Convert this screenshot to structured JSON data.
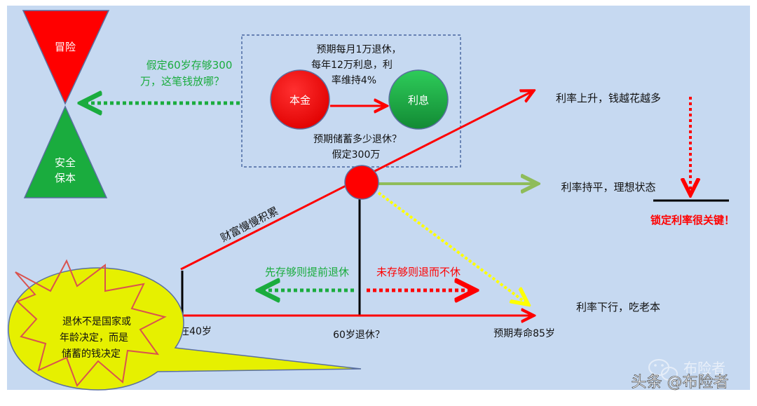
{
  "hourglass": {
    "risk_label": "冒险",
    "safe_label_line1": "安全",
    "safe_label_line2": "保本",
    "top_color": "#ff0000",
    "bottom_color": "#1aac3e"
  },
  "question": {
    "line1": "假定60岁存够300",
    "line2": "万，这笔钱放哪？"
  },
  "assumption_box": {
    "top_line1": "预期每月1万退休，",
    "top_line2": "每年12万利息，利",
    "top_line3": "率维持4%",
    "principal_label": "本金",
    "interest_label": "利息",
    "bottom_line1": "预期储蓄多少退休？",
    "bottom_line2": "假定300万"
  },
  "rates": {
    "rise": "利率上升，钱越花越多",
    "flat": "利率持平，理想状态",
    "fall": "利率下行，吃老本",
    "lock_key": "锁定利率很关键！"
  },
  "timeline": {
    "accumulate": "财富慢慢积累",
    "early_retire": "先存够则提前退休",
    "late_retire": "未存够则退而不休",
    "now": "现在40岁",
    "retire": "60岁退休？",
    "life": "预期寿命85岁"
  },
  "callout": {
    "line1": "退休不是国家或",
    "line2": "年龄决定，而是",
    "line3": "储蓄的钱决定"
  },
  "watermark": {
    "brand": "布险者",
    "credit": "头条 @布险者"
  },
  "colors": {
    "background": "#c6d9f1",
    "red": "#ff0000",
    "green": "#1aac3e",
    "olive_green": "#8fbc5a",
    "yellow": "#ffff00",
    "callout_fill": "#e6f000"
  }
}
